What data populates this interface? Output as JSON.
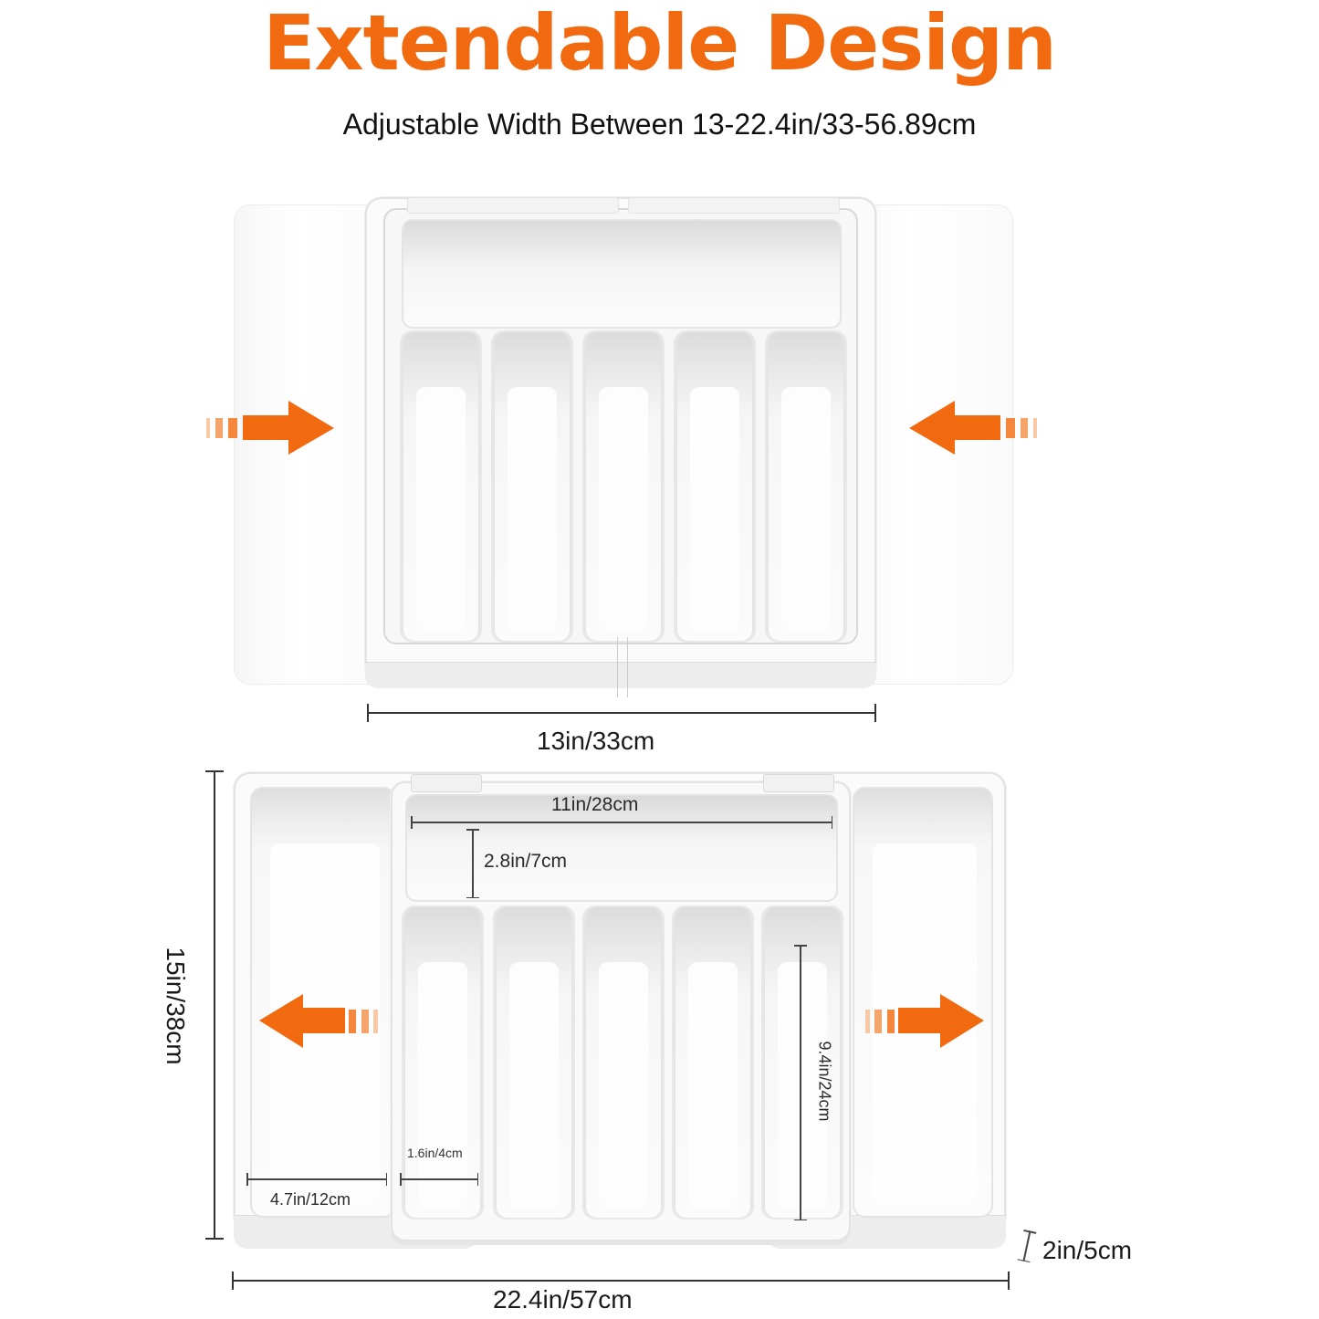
{
  "header": {
    "title": "Extendable Design",
    "subtitle": "Adjustable Width Between 13-22.4in/33-56.89cm"
  },
  "colors": {
    "accent": "#f26a10",
    "text": "#111111",
    "tray": "#fbfbfb"
  },
  "top_view": {
    "state": "collapsed",
    "compartments": 5,
    "arrows": [
      "arrow-right-inward",
      "arrow-left-inward"
    ],
    "width_label": "13in/33cm"
  },
  "bottom_view": {
    "state": "extended",
    "compartments": 5,
    "arrows": [
      "arrow-left-outward",
      "arrow-right-outward"
    ],
    "dimensions": {
      "top_bin_width": "11in/28cm",
      "top_bin_depth": "2.8in/7cm",
      "compartment_length": "9.4in/24cm",
      "compartment_width": "1.6in/4cm",
      "side_bin_width": "4.7in/12cm",
      "overall_depth": "15in/38cm",
      "overall_height": "2in/5cm",
      "overall_width": "22.4in/57cm"
    }
  }
}
